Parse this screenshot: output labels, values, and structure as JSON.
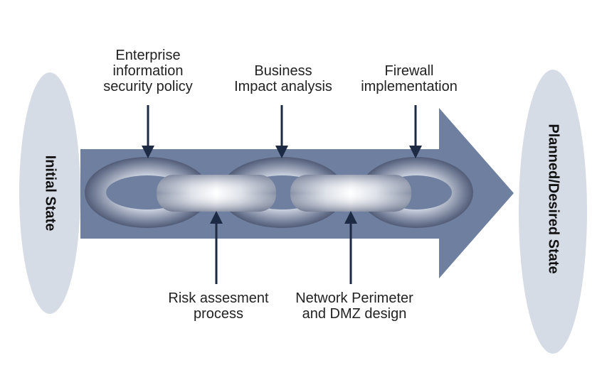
{
  "diagram": {
    "initial_state": "Initial State",
    "desired_state": "Planned/Desired State",
    "top_labels": [
      {
        "lines": [
          "Enterprise",
          "information",
          "security policy"
        ]
      },
      {
        "lines": [
          "Business",
          "Impact analysis"
        ]
      },
      {
        "lines": [
          "Firewall",
          "implementation"
        ]
      }
    ],
    "bottom_labels": [
      {
        "lines": [
          "Risk assesment",
          "process"
        ]
      },
      {
        "lines": [
          "Network Perimeter",
          "and DMZ design"
        ]
      }
    ],
    "colors": {
      "ellipse": "#d6dce6",
      "arrow": "#6f7f9f",
      "pointer": "#1c2a44",
      "text": "#222222"
    }
  }
}
